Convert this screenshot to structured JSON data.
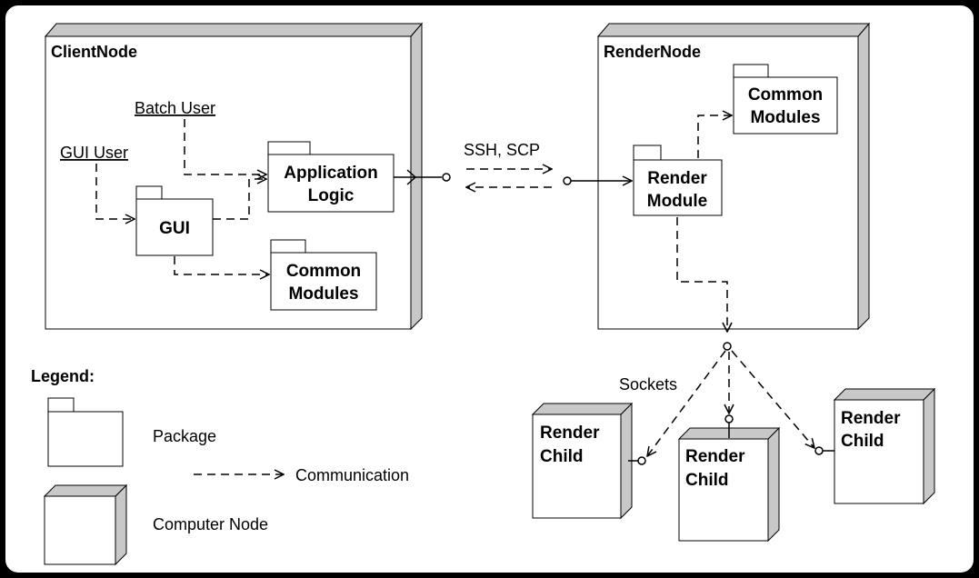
{
  "client_node": {
    "title": "ClientNode"
  },
  "render_node": {
    "title": "RenderNode"
  },
  "actors": {
    "batch_user": "Batch User",
    "gui_user": "GUI User"
  },
  "packages": {
    "application_logic": [
      "Application",
      "Logic"
    ],
    "gui": [
      "GUI"
    ],
    "client_common_modules": [
      "Common",
      "Modules"
    ],
    "render_common_modules": [
      "Common",
      "Modules"
    ],
    "render_module": [
      "Render",
      "Module"
    ]
  },
  "connection_label": "SSH, SCP",
  "sockets_label": "Sockets",
  "render_children": [
    {
      "line1": "Render",
      "line2": "Child"
    },
    {
      "line1": "Render",
      "line2": "Child"
    },
    {
      "line1": "Render",
      "line2": "Child"
    }
  ],
  "legend": {
    "title": "Legend:",
    "package": "Package",
    "communication": "Communication",
    "computer_node": "Computer Node"
  },
  "colors": {
    "frame": "#000000",
    "background": "#ffffff",
    "node_side": "#c8c8c8",
    "line": "#000000"
  }
}
